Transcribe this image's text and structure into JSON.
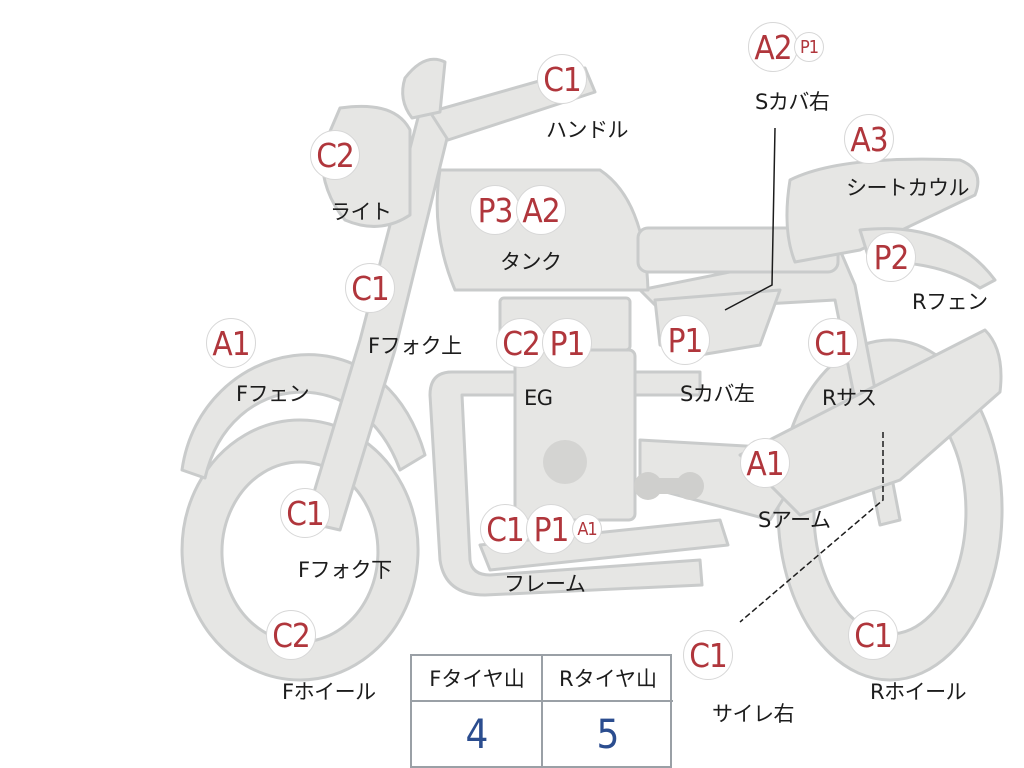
{
  "diagram": {
    "markers": [
      {
        "id": "handle",
        "badges": [
          "C1"
        ],
        "label": "ハンドル"
      },
      {
        "id": "scover-right",
        "badges": [
          "A2",
          "P1"
        ],
        "label": "Sカバ右"
      },
      {
        "id": "light",
        "badges": [
          "C2"
        ],
        "label": "ライト"
      },
      {
        "id": "seat-cowl",
        "badges": [
          "A3"
        ],
        "label": "シートカウル"
      },
      {
        "id": "tank",
        "badges": [
          "P3",
          "A2"
        ],
        "label": "タンク"
      },
      {
        "id": "rear-fender",
        "badges": [
          "P2"
        ],
        "label": "Rフェン"
      },
      {
        "id": "fork-upper",
        "badges": [
          "C1"
        ],
        "label": "Fフォク上"
      },
      {
        "id": "front-fender",
        "badges": [
          "A1"
        ],
        "label": "Fフェン"
      },
      {
        "id": "engine",
        "badges": [
          "C2",
          "P1"
        ],
        "label": "EG"
      },
      {
        "id": "scover-left",
        "badges": [
          "P1"
        ],
        "label": "Sカバ左"
      },
      {
        "id": "rear-suspension",
        "badges": [
          "C1"
        ],
        "label": "Rサス"
      },
      {
        "id": "swing-arm",
        "badges": [
          "A1"
        ],
        "label": "Sアーム"
      },
      {
        "id": "fork-lower",
        "badges": [
          "C1"
        ],
        "label": "Fフォク下"
      },
      {
        "id": "frame",
        "badges": [
          "C1",
          "P1",
          "A1"
        ],
        "label": "フレーム"
      },
      {
        "id": "front-wheel",
        "badges": [
          "C2"
        ],
        "label": "Fホイール"
      },
      {
        "id": "muffler-right",
        "badges": [
          "C1"
        ],
        "label": "サイレ右"
      },
      {
        "id": "rear-wheel",
        "badges": [
          "C1"
        ],
        "label": "Rホイール"
      }
    ]
  },
  "tread_table": {
    "headers": [
      "Fタイヤ山",
      "Rタイヤ山"
    ],
    "values": [
      "4",
      "5"
    ]
  },
  "colors": {
    "badge_text": "#b0363c",
    "tread_value": "#2b4d8f",
    "bike_fill": "#e6e6e4",
    "bike_outline": "#c9cbcb"
  }
}
